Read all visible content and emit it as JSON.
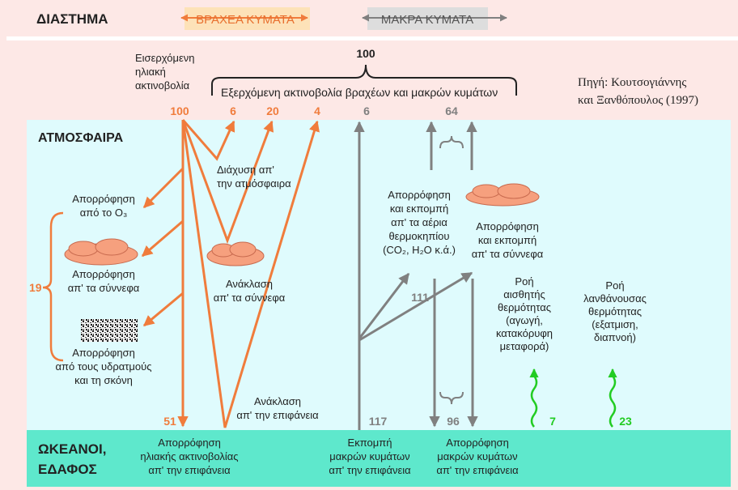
{
  "header": {
    "space_label": "ΔΙΑΣΤΗΜΑ",
    "short_waves": "ΒΡΑΧΕΑ ΚΥΜΑΤΑ",
    "long_waves": "ΜΑΚΡΑ ΚΥΜΑΤΑ"
  },
  "zones": {
    "atmosphere": "ΑΤΜΟΣΦΑΙΡΑ",
    "surface_line1": "ΩΚΕΑΝΟΙ,",
    "surface_line2": "ΕΔΑΦΟΣ"
  },
  "source": {
    "line1": "Πηγή: Κουτσογιάννης",
    "line2": "και Ξανθόπουλος (1997)"
  },
  "colors": {
    "space_bg": "#fde8e6",
    "atmosphere_bg": "#dffbfd",
    "surface_bg": "#5ee8cc",
    "shortwave": "#f07c3c",
    "longwave": "#808080",
    "heat": "#22cc22",
    "short_box": "#fde2b8",
    "long_box": "#dddddd"
  },
  "top": {
    "incoming_line1": "Εισερχόμενη",
    "incoming_line2": "ηλιακή",
    "incoming_line3": "ακτινοβολία",
    "total": "100",
    "outgoing_caption": "Εξερχόμενη ακτινοβολία βραχέων και μακρών κυμάτων"
  },
  "values": {
    "incoming": "100",
    "scatter_out": "6",
    "cloud_reflect_out": "20",
    "surface_reflect_out": "4",
    "surface_lw_out": "6",
    "atmos_lw_out": "64",
    "absorbed_atmos": "19",
    "surface_absorbed": "51",
    "surface_emitted": "117",
    "atmos_absorbed_lw": "111",
    "back_radiation": "96",
    "sensible_heat": "7",
    "latent_heat": "23"
  },
  "labels": {
    "scatter": [
      "Διάχυση απ'",
      "την ατμόσφαιρα"
    ],
    "abs_o3": [
      "Απορρόφηση",
      "από το O₃"
    ],
    "abs_clouds_sw": [
      "Απορρόφηση",
      "απ' τα σύννεφα"
    ],
    "abs_dust": [
      "Απορρόφηση",
      "από τους υδρατμούς",
      "και τη σκόνη"
    ],
    "reflect_clouds": [
      "Ανάκλαση",
      "απ' τα σύννεφα"
    ],
    "reflect_surface": [
      "Ανάκλαση",
      "απ' την επιφάνεια"
    ],
    "abs_gases": [
      "Απορρόφηση",
      "και εκπομπή",
      "απ' τα αέρια",
      "θερμοκηπίου",
      "(CO₂, H₂O κ.ά.)"
    ],
    "abs_clouds_lw": [
      "Απορρόφηση",
      "και εκπομπή",
      "απ' τα σύννεφα"
    ],
    "sensible": [
      "Ροή",
      "αισθητής",
      "θερμότητας",
      "(αγωγή,",
      "κατακόρυφη",
      "μεταφορά)"
    ],
    "latent": [
      "Ροή",
      "λανθάνουσας",
      "θερμότητας",
      "(εξατμιση,",
      "διαπνοή)"
    ],
    "surf_abs_solar": [
      "Απορρόφηση",
      "ηλιακής ακτινοβολίας",
      "απ' την επιφάνεια"
    ],
    "surf_emit_lw": [
      "Εκπομπή",
      "μακρών κυμάτων",
      "απ' την επιφάνεια"
    ],
    "surf_abs_lw": [
      "Απορρόφηση",
      "μακρών κυμάτων",
      "απ' την επιφάνεια"
    ]
  }
}
